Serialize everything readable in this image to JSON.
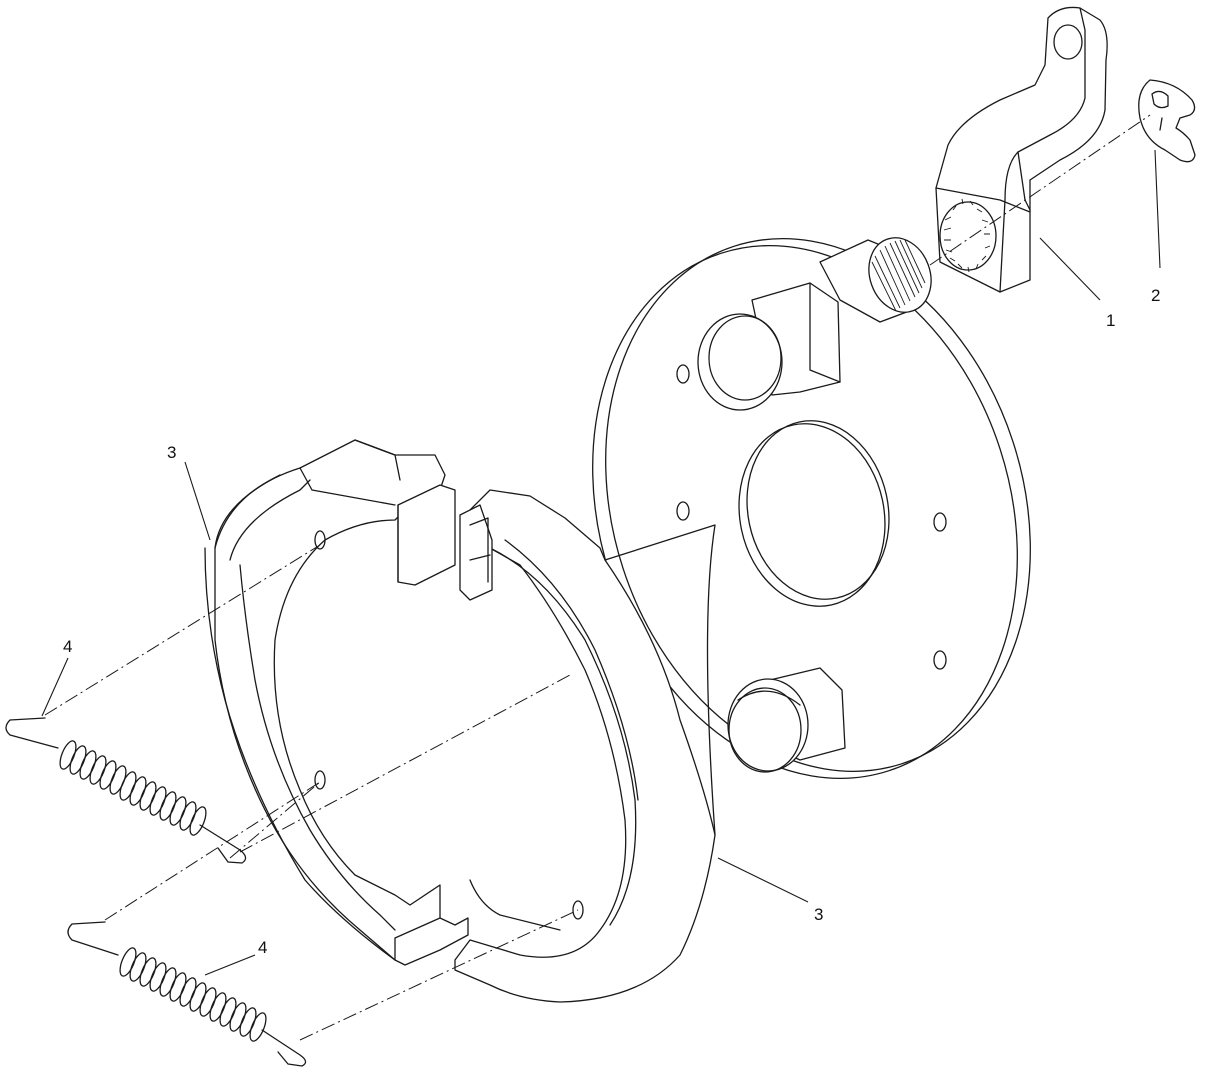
{
  "callouts": [
    {
      "id": "c1",
      "label": "1"
    },
    {
      "id": "c2",
      "label": "2"
    },
    {
      "id": "c3a",
      "label": "3"
    },
    {
      "id": "c3b",
      "label": "3"
    },
    {
      "id": "c4a",
      "label": "4"
    },
    {
      "id": "c4b",
      "label": "4"
    }
  ],
  "colors": {
    "line": "#1a1a1a",
    "background": "#ffffff"
  }
}
